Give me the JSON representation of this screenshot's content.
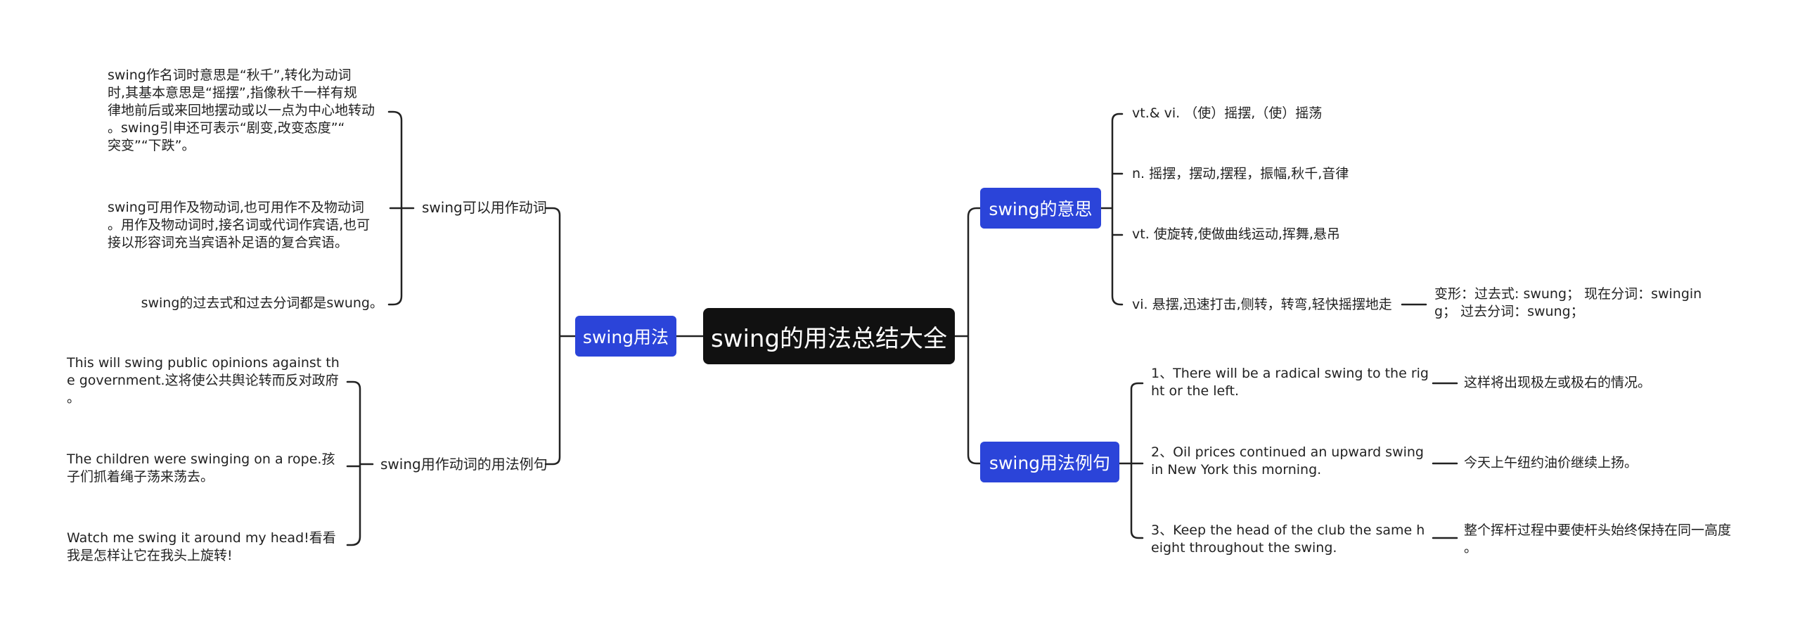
{
  "root": "swing的用法总结大全",
  "left": {
    "usage": {
      "label": "swing用法",
      "as_verb": {
        "label": "swing可以用作动词",
        "items": [
          "swing作名词时意思是“秋千”,转化为动词\n时,其基本意思是“摇摆”,指像秋千一样有规\n律地前后或来回地摆动或以一点为中心地转动\n。swing引申还可表示“剧变,改变态度”“\n突变”“下跌”。",
          "swing可用作及物动词,也可用作不及物动词\n。用作及物动词时,接名词或代词作宾语,也可\n接以形容词充当宾语补足语的复合宾语。",
          "swing的过去式和过去分词都是swung。"
        ]
      },
      "examples": {
        "label": "swing用作动词的用法例句",
        "items": [
          "This will swing public opinions against th\ne government.这将使公共舆论转而反对政府\n。",
          "The children were swinging on a rope.孩\n子们抓着绳子荡来荡去。",
          "Watch me swing it around my head!看看\n我是怎样让它在我头上旋转!"
        ]
      }
    }
  },
  "right": {
    "meaning": {
      "label": "swing的意思",
      "items": [
        "vt.& vi. （使）摇摆,（使）摇荡",
        "n. 摇摆，摆动,摆程，振幅,秋千,音律",
        "vt. 使旋转,使做曲线运动,挥舞,悬吊",
        "vi. 悬摆,迅速打击,侧转，转弯,轻快摇摆地走"
      ],
      "forms": "变形：过去式: swung；  现在分词：swingin\ng；  过去分词：swung；"
    },
    "sentences": {
      "label": "swing用法例句",
      "items": [
        {
          "en": "1、There will be a radical swing to the rig\nht or the left.",
          "zh": "这样将出现极左或极右的情况。"
        },
        {
          "en": "2、Oil prices continued an upward swing\nin New York this morning.",
          "zh": "今天上午纽约油价继续上扬。"
        },
        {
          "en": "3、Keep the head of the club the same h\neight throughout the swing.",
          "zh": "整个挥杆过程中要使杆头始终保持在同一高度\n。"
        }
      ]
    }
  }
}
